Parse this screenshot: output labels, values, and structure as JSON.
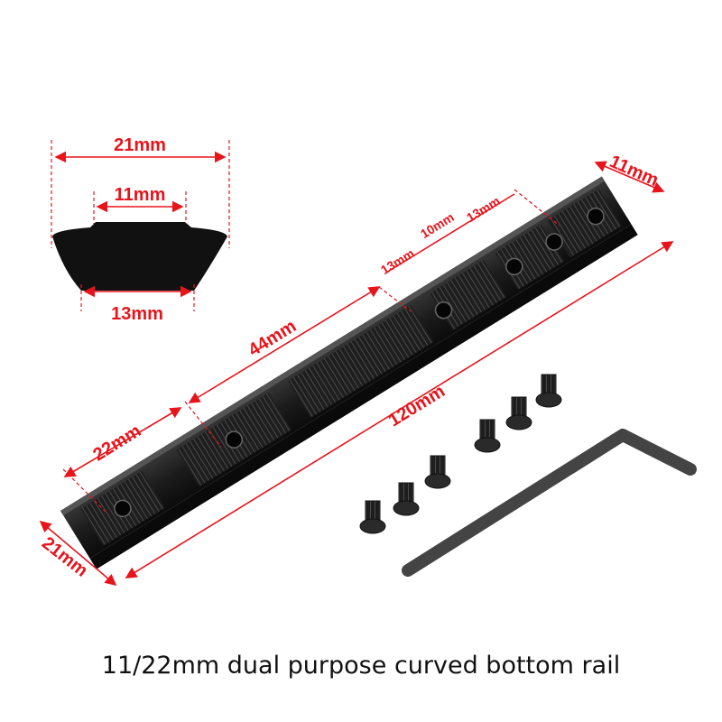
{
  "profile_dimensions": {
    "top_width": "21mm",
    "rail_width": "11mm",
    "bottom_width": "13mm"
  },
  "rail_dimensions": {
    "end_width": "11mm",
    "slot_13a": "13mm",
    "slot_10": "10mm",
    "slot_13b": "13mm",
    "middle_section": "44mm",
    "front_section": "22mm",
    "total_length": "120mm",
    "rail_width": "21mm"
  },
  "caption": "11/22mm dual purpose curved bottom rail",
  "colors": {
    "dimension": "#e8141b",
    "metal": "#1a1a1a"
  }
}
